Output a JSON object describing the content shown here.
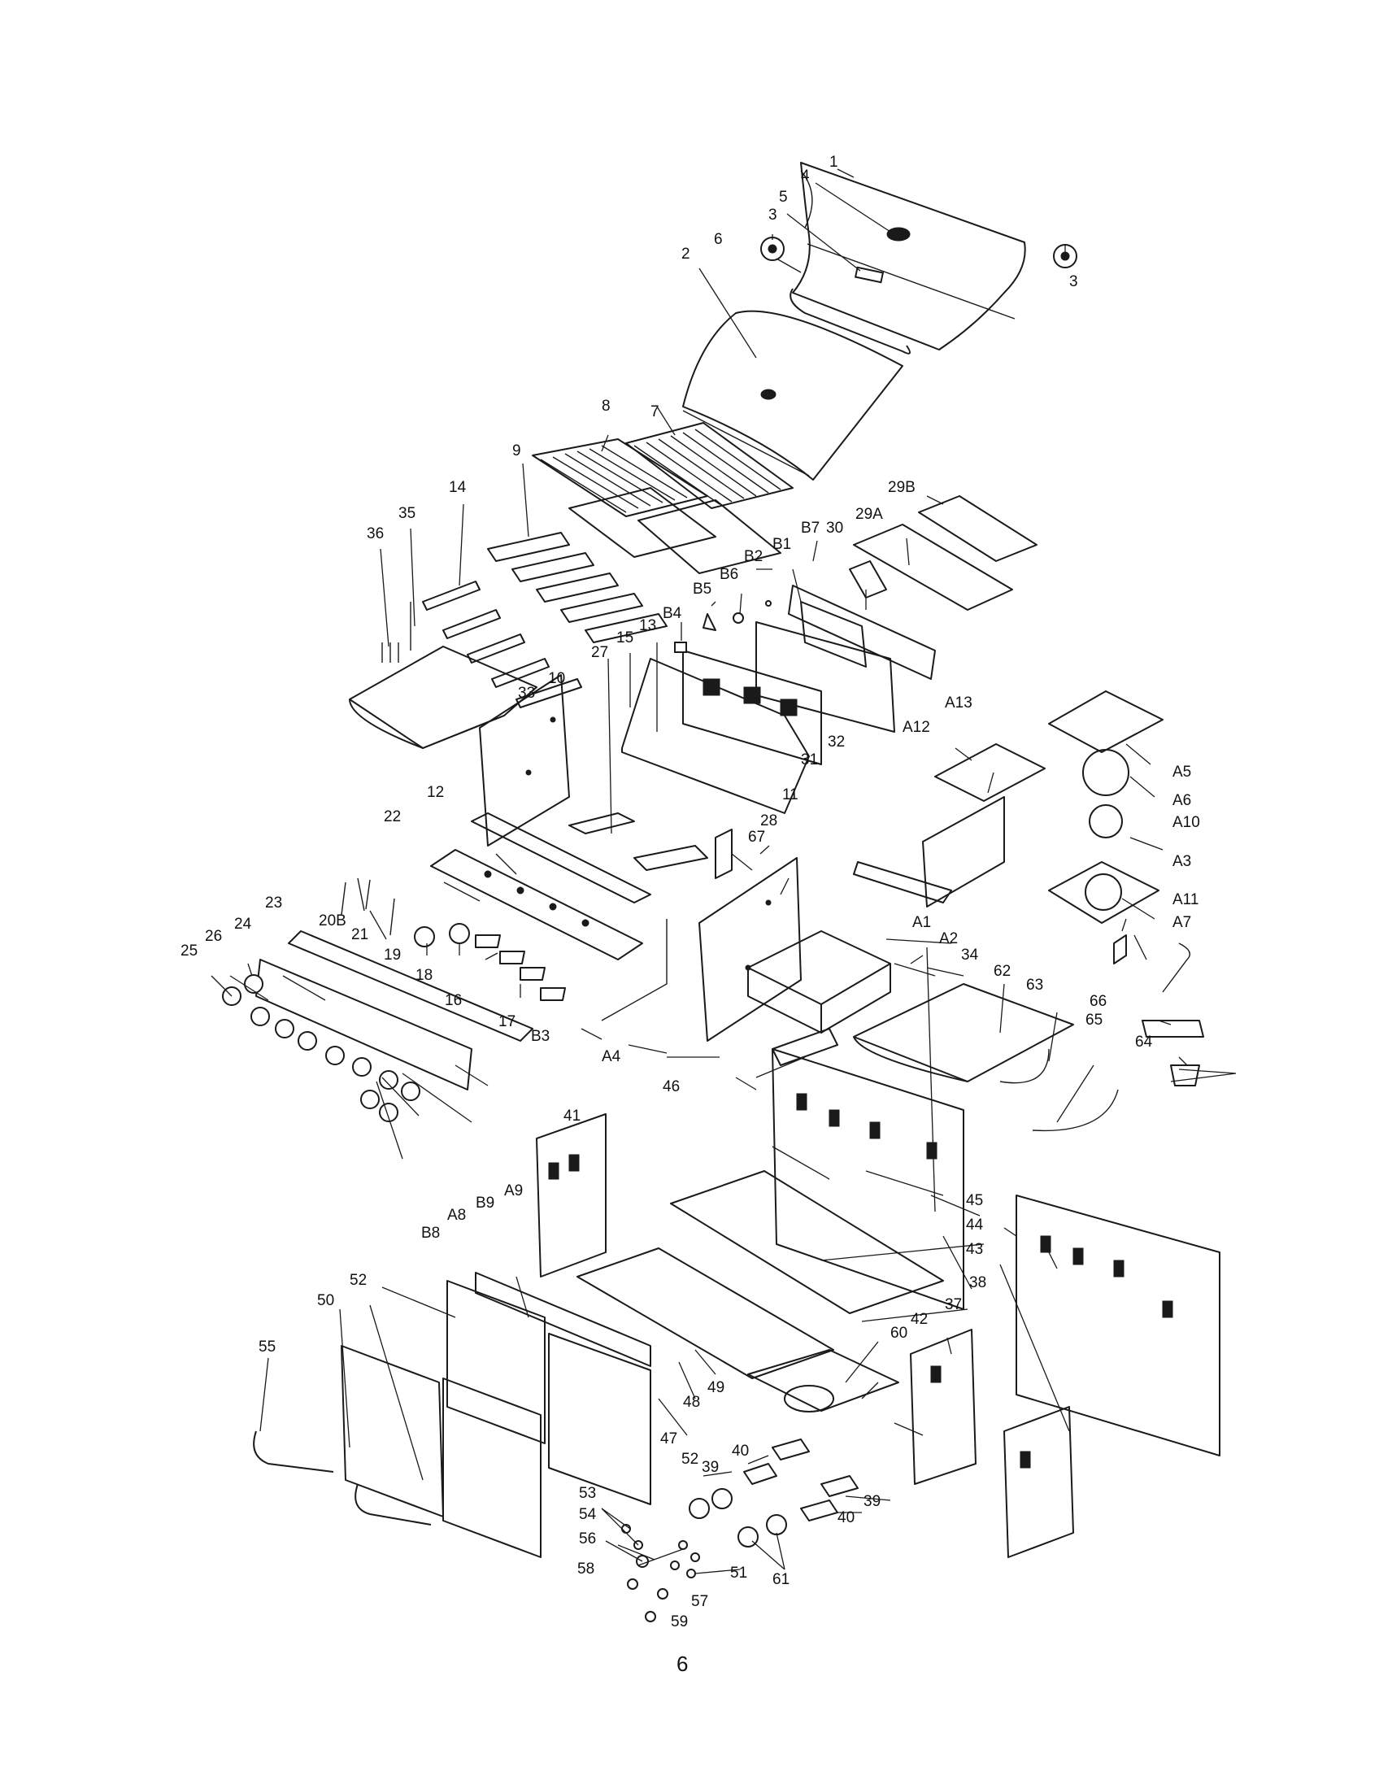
{
  "page": {
    "page_number": "6"
  },
  "labels": [
    "1",
    "2",
    "3",
    "3",
    "4",
    "5",
    "6",
    "7",
    "8",
    "9",
    "10",
    "11",
    "12",
    "13",
    "14",
    "15",
    "16",
    "17",
    "18",
    "19",
    "20B",
    "21",
    "22",
    "23",
    "24",
    "25",
    "26",
    "27",
    "28",
    "29A",
    "29B",
    "30",
    "31",
    "32",
    "33",
    "34",
    "35",
    "36",
    "37",
    "38",
    "39",
    "39",
    "40",
    "40",
    "41",
    "42",
    "43",
    "44",
    "45",
    "46",
    "47",
    "48",
    "49",
    "50",
    "51",
    "52",
    "52",
    "53",
    "54",
    "55",
    "56",
    "57",
    "58",
    "59",
    "60",
    "61",
    "62",
    "63",
    "64",
    "65",
    "66",
    "67",
    "A1",
    "A2",
    "A3",
    "A4",
    "A5",
    "A6",
    "A7",
    "A8",
    "A9",
    "A10",
    "A11",
    "A12",
    "A13",
    "B1",
    "B2",
    "B3",
    "B4",
    "B5",
    "B6",
    "B7",
    "B8",
    "B9"
  ]
}
